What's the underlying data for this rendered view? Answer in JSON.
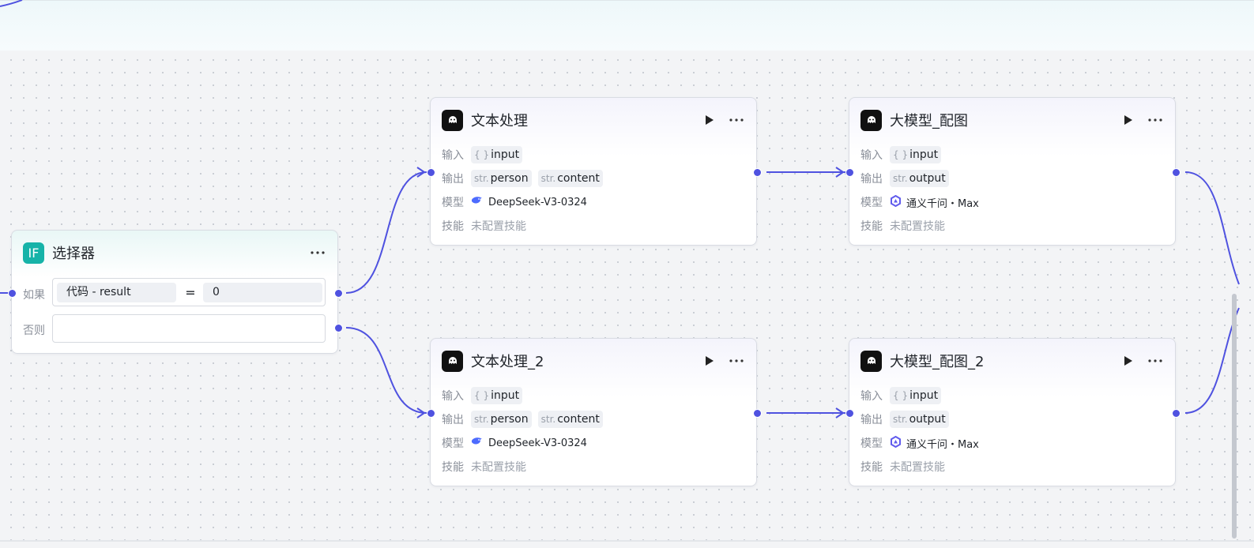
{
  "colors": {
    "accent": "#4f52e0",
    "if_icon": "#16b3a8",
    "llm_icon": "#111111"
  },
  "selector": {
    "title": "选择器",
    "icon_text": "IF",
    "if_label": "如果",
    "else_label": "否则",
    "condition": {
      "variable": "代码  -  result",
      "operator": "=",
      "value": "0"
    }
  },
  "labels": {
    "input": "输入",
    "output": "输出",
    "model": "模型",
    "skills": "技能"
  },
  "nodes": {
    "text1": {
      "title": "文本处理",
      "input": {
        "type": "{ }",
        "name": "input"
      },
      "outputs": [
        {
          "type": "str.",
          "name": "person"
        },
        {
          "type": "str.",
          "name": "content"
        }
      ],
      "model": "DeepSeek-V3-0324",
      "model_icon": "deepseek-whale-icon",
      "skills": "未配置技能"
    },
    "image1": {
      "title": "大模型_配图",
      "input": {
        "type": "{ }",
        "name": "input"
      },
      "outputs": [
        {
          "type": "str.",
          "name": "output"
        }
      ],
      "model": "通义千问・Max",
      "model_icon": "qwen-icon",
      "skills": "未配置技能"
    },
    "text2": {
      "title": "文本处理_2",
      "input": {
        "type": "{ }",
        "name": "input"
      },
      "outputs": [
        {
          "type": "str.",
          "name": "person"
        },
        {
          "type": "str.",
          "name": "content"
        }
      ],
      "model": "DeepSeek-V3-0324",
      "model_icon": "deepseek-whale-icon",
      "skills": "未配置技能"
    },
    "image2": {
      "title": "大模型_配图_2",
      "input": {
        "type": "{ }",
        "name": "input"
      },
      "outputs": [
        {
          "type": "str.",
          "name": "output"
        }
      ],
      "model": "通义千问・Max",
      "model_icon": "qwen-icon",
      "skills": "未配置技能"
    }
  }
}
